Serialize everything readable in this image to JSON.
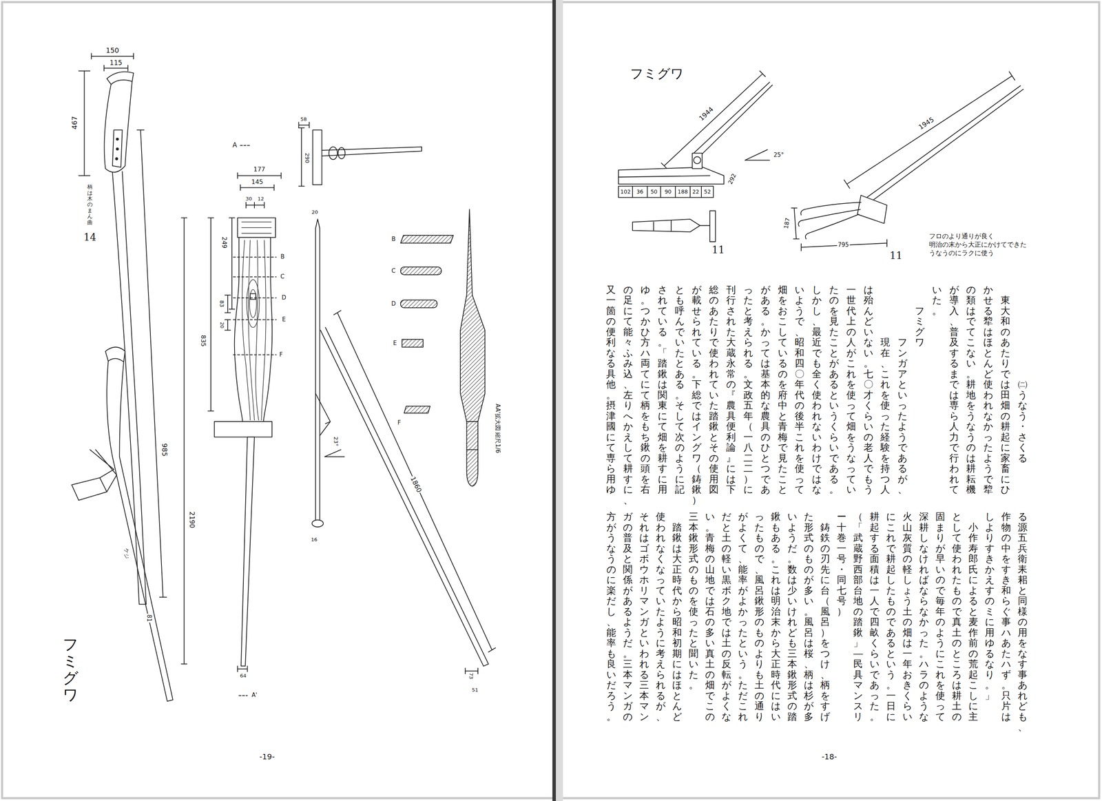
{
  "diagram": {
    "title": "フミグワ",
    "labels": [
      "1944",
      "25°",
      "102",
      "36",
      "50",
      "90",
      "188",
      "22",
      "52",
      "292",
      "11",
      "1945",
      "187",
      "795",
      "11",
      "フロのより通りが良く 明治の末から大正にかけてできた うなうのにラクに使う",
      "㈡　うなう・さくる",
      "東大和のあたりでは田畑の耕起に家畜にひかせる犂はほとんど使われなかったようで犂の類はでてこない。耕地をうなうのは耕耘機が導入、普及するまでは専ら人力で行われていた。",
      "フミグワ",
      "フンガアといったようであるが、現在、これを使った経験を持つ人は殆んどいない。七〇才くらいの老人でもう一世代上の人がこれを使って畑をうなっていたのを見たことがあるというくらいである。しかし、最近でも全く使われないわけではないようで、昭和四〇年代の後半これを使って畑をおこしているのを府中と青梅で見たことがある。かっては基本的な農具のひとつであったと考えられる。文政五年（一八二二）に刊行された大蔵永常の『農具便利論』には下総のあたりで使われていた踏鍬とその使用図が載せられている。下総ではイングワ（鋳鍬）とも呼んでいたとある。そして次のように記されている。「踏鍬は関東にて畑を耕すに用ゆ。つかひ方ハ両てにて柄をもち鍬の頭を右の足にて能々ふみ込、左りへかえして耕すに、又一箇の便利なる具他。摂津國にて専ら用ゆる源五兵衛耒耜と同様の用をなす事あれども、作物の中をすき和らぐ事ハあたハず。只片はしよりすきかえすのミに用ゆるなり。」",
      "小作寿郎氏によると麦作前の荒起こしに主として使われたもので真土のところは耕土の固まりが早いので毎年のようにこれを使って深耕しなければならなかった。ハラのような火山灰質の軽しょう土の畑は一年おきくらいにこれで耕起したものであるという。一日に耕起する面積は一人で四畝くらいであった。（「武蔵野西部台地の踏鍬」―民具マンスリー十巻一号・同七号）",
      "鋳鉄の刃先に台（風呂）をつけ、柄をすげた形式のものが多い。風呂は桜、柄は杉が多いようだ。数は少いけれども三本鍬形式の踏鍬もある。これは明治末から大正時代にはいったもので、風呂鍬形のものよりも土の通りがよくて、能率がよかったという。ただこれだと土の軽い黒ボク地では土の反転がよくない。青梅の山地では石の多い真土の畑でこの三本鍬形式のものを使ったと聞いた。",
      "踏鍬は大正時代から昭和初期にはほとんど使われなくなっていたように考えられるが、それはゴボウホリマンガといわれる三本マンガの普及と関係があるようだ。三本マンガの方がうなうのに楽だし、能率も良いだろう。",
      "-18-",
      "150",
      "115",
      "467",
      "柄は木のまん曲",
      "14",
      "985",
      "ケジ",
      "81",
      "A",
      "177",
      "145",
      "30",
      "12",
      "249",
      "B",
      "C",
      "D",
      "E",
      "F",
      "83",
      "20",
      "835",
      "2190",
      "64",
      "A'",
      "58",
      "290",
      "20",
      "16",
      "23°",
      "1860",
      "73",
      "51",
      "B",
      "C",
      "D",
      "E",
      "F",
      "AA'拡大図 縮尺1/6",
      "フミグワ",
      "-19-"
    ]
  }
}
